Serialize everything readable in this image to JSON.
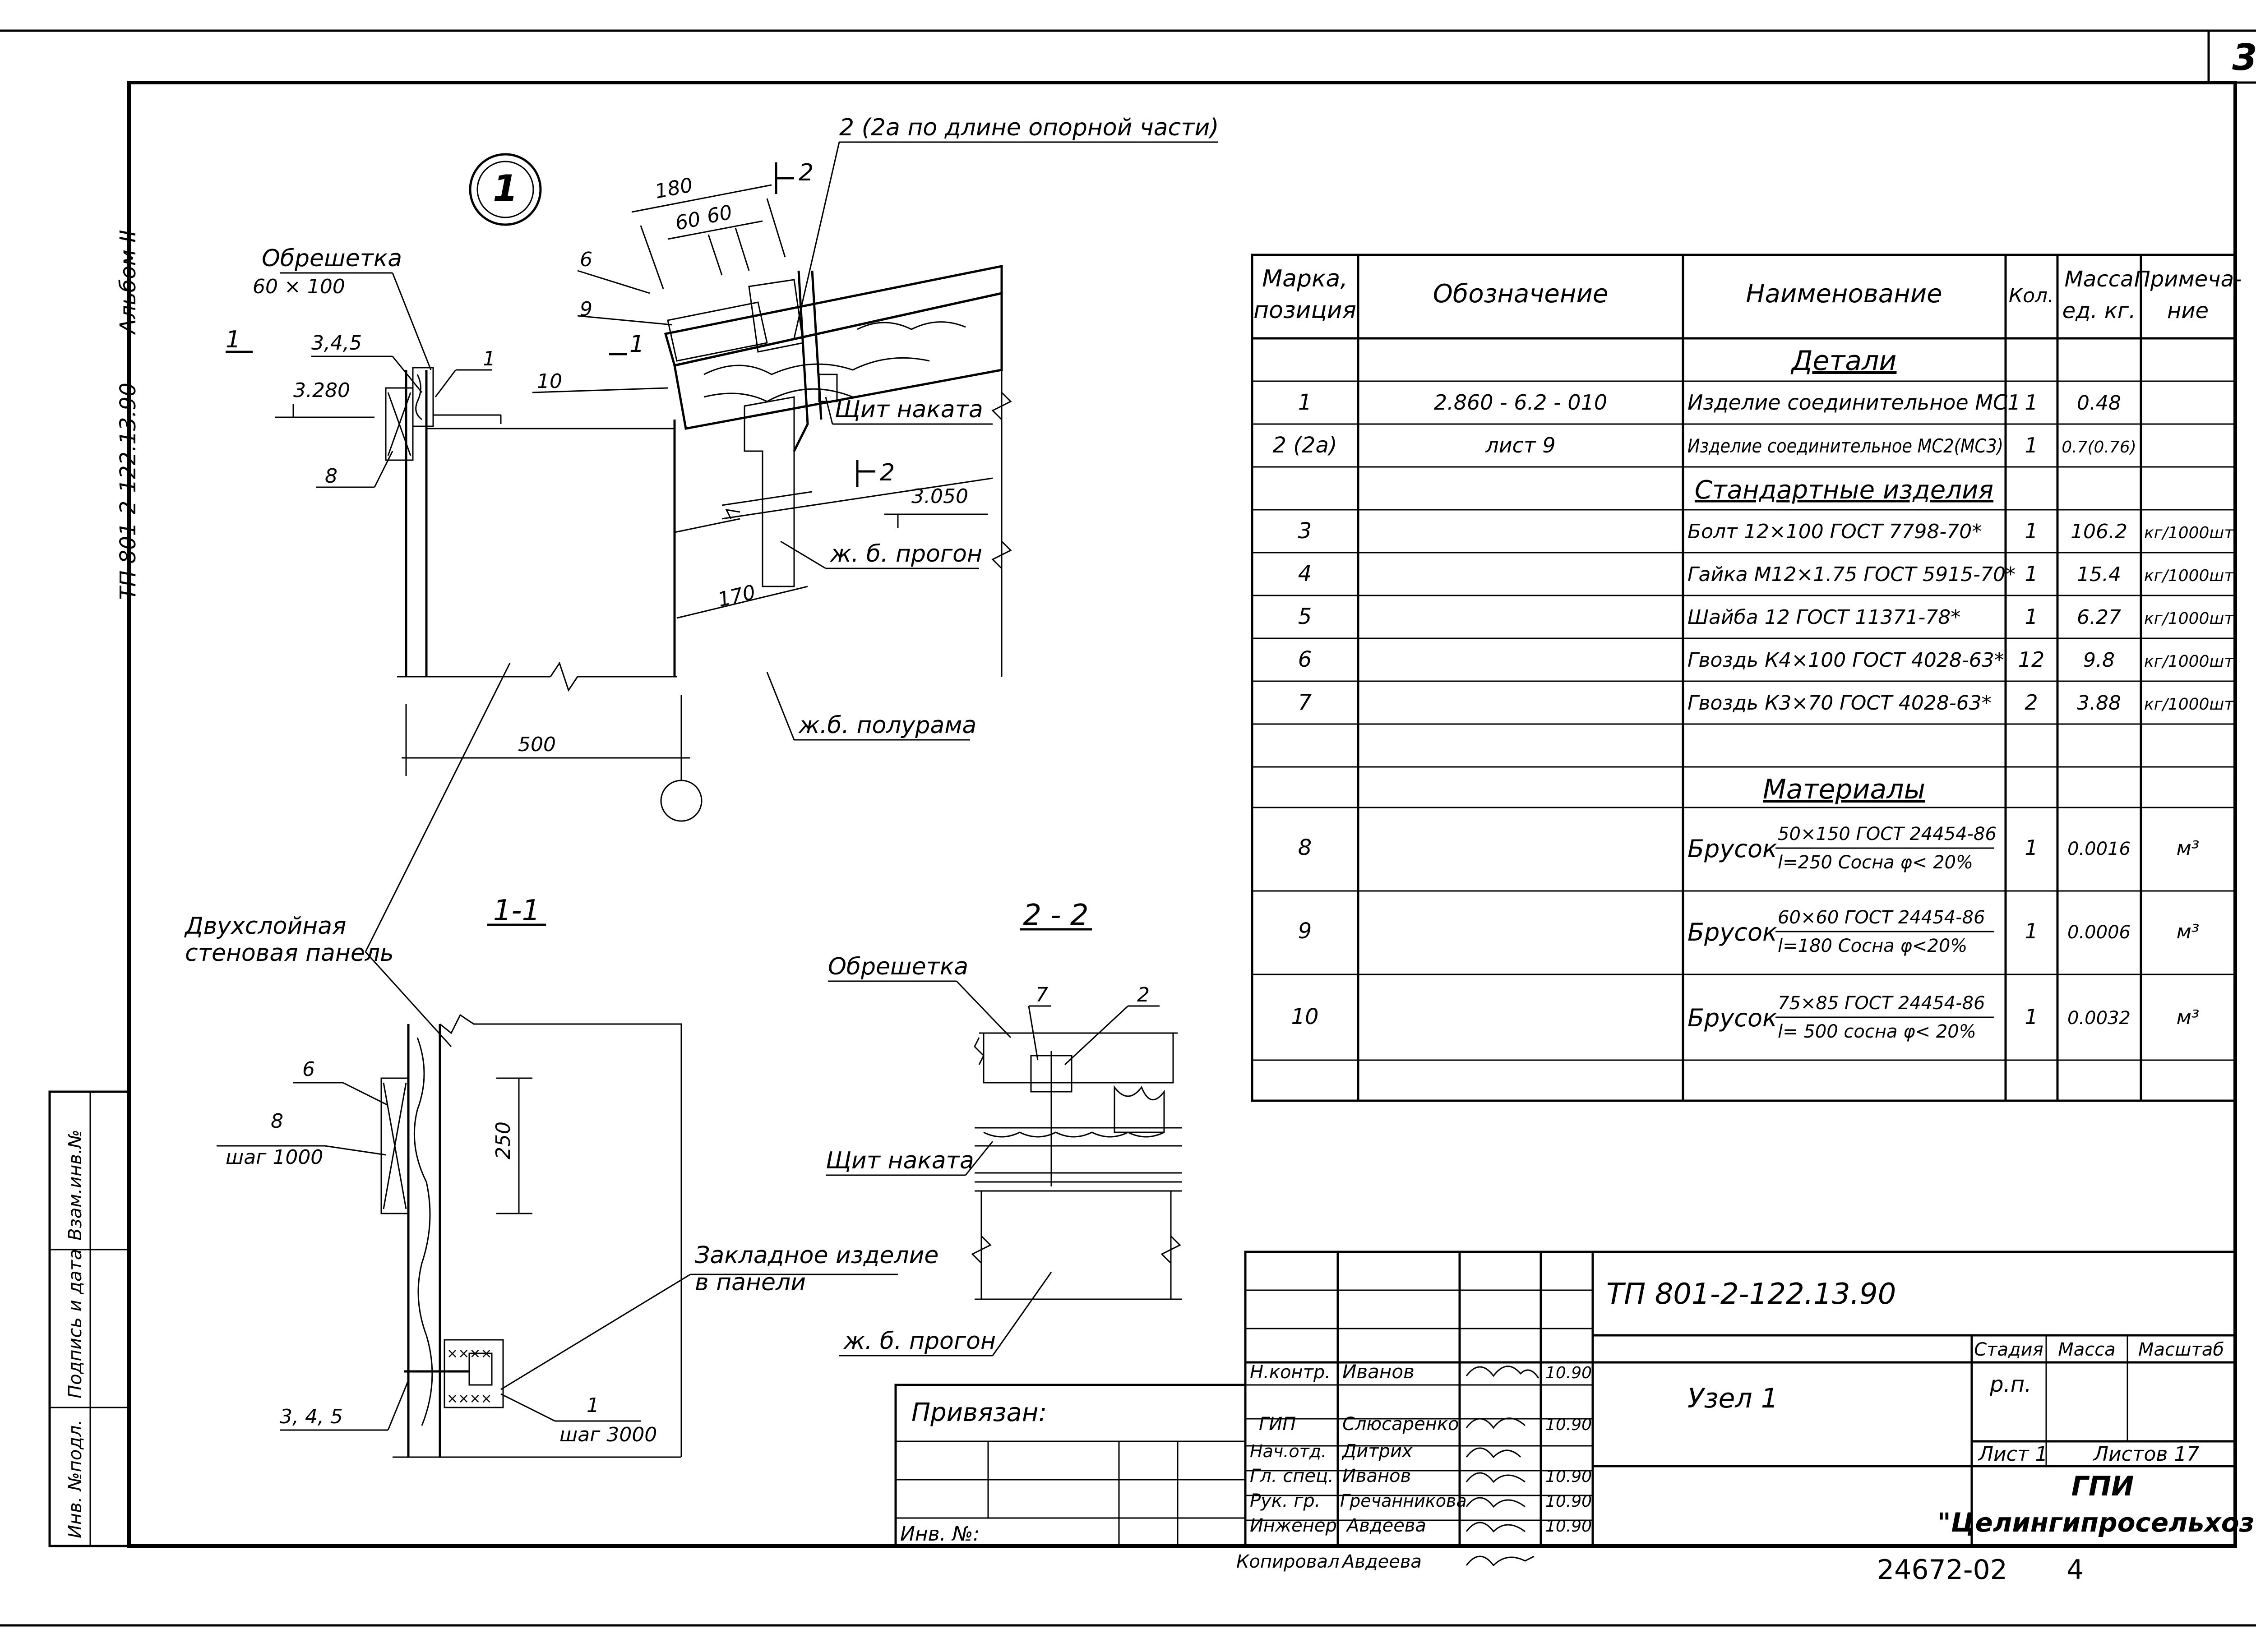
{
  "sheet": {
    "page_number": "3",
    "album": "Альбом II",
    "doc_code_vertical": "ТП 801-2-122.13.90"
  },
  "side_stamp": {
    "inv_podl": "Инв. №подл.",
    "podpis_data": "Подпись и дата",
    "vzam_inv": "Взам.инв.№"
  },
  "node": {
    "number": "1",
    "callout_top": "2 (2а  по длине опорной части)",
    "obreshetka": "Обрешетка",
    "obreshetka_size": "60 × 100",
    "section_1": "1",
    "section_2": "2",
    "pos_345": "3,4,5",
    "pos_1": "1",
    "pos_8": "8",
    "pos_6": "6",
    "pos_9": "9",
    "pos_10": "10",
    "elev_3280": "3.280",
    "elev_3050": "3.050",
    "dim_180": "180",
    "dim_60a": "60",
    "dim_60b": "60",
    "dim_170": "170",
    "dim_500": "500",
    "shchit_nakata": "Щит наката",
    "zhb_progon": "ж. б. прогон",
    "zhb_polurama": "ж.б. полурама",
    "panel_line1": "Двухслойная",
    "panel_line2": "стеновая панель"
  },
  "section11": {
    "title": "1-1",
    "pos_6": "6",
    "pos_8": "8",
    "shag_1000": "шаг 1000",
    "dim_250": "250",
    "zaklad_line1": "Закладное изделие",
    "zaklad_line2": "в панели",
    "pos_345": "3, 4, 5",
    "pos_1": "1",
    "shag_3000": "шаг 3000",
    "crosses": "××××"
  },
  "section22": {
    "title": "2 - 2",
    "obreshetka": "Обрешетка",
    "pos_7": "7",
    "pos_2": "2",
    "shchit_nakata": "Щит наката",
    "zhb_progon": "ж. б. прогон"
  },
  "spec_table": {
    "headers": {
      "marka_1": "Марка,",
      "marka_2": "позиция",
      "oboznachenie": "Обозначение",
      "naimenovanie": "Наименование",
      "kol": "Кол.",
      "massa_1": "Масса",
      "massa_2": "ед. кг.",
      "prim_1": "Примеча-",
      "prim_2": "ние"
    },
    "group_detali": "Детали",
    "group_standard": "Стандартные  изделия",
    "group_materialy": "Материалы",
    "rows": [
      {
        "pos": "1",
        "oboz": "2.860 - 6.2 - 010",
        "name": "Изделие соединительное МС1",
        "kol": "1",
        "massa": "0.48",
        "prim": ""
      },
      {
        "pos": "2 (2а)",
        "oboz": "лист 9",
        "name": "Изделие соединительное МС2(МС3)",
        "kol": "1",
        "massa": "0.7(0.76)",
        "prim": ""
      },
      {
        "pos": "3",
        "oboz": "",
        "name": "Болт 12×100 ГОСТ 7798-70*",
        "kol": "1",
        "massa": "106.2",
        "prim": "кг/1000шт"
      },
      {
        "pos": "4",
        "oboz": "",
        "name": "Гайка М12×1.75 ГОСТ 5915-70*",
        "kol": "1",
        "massa": "15.4",
        "prim": "кг/1000шт"
      },
      {
        "pos": "5",
        "oboz": "",
        "name": "Шайба 12 ГОСТ 11371-78*",
        "kol": "1",
        "massa": "6.27",
        "prim": "кг/1000шт"
      },
      {
        "pos": "6",
        "oboz": "",
        "name": "Гвоздь К4×100 ГОСТ 4028-63*",
        "kol": "12",
        "massa": "9.8",
        "prim": "кг/1000шт"
      },
      {
        "pos": "7",
        "oboz": "",
        "name": "Гвоздь К3×70 ГОСТ 4028-63*",
        "kol": "2",
        "massa": "3.88",
        "prim": "кг/1000шт"
      },
      {
        "pos": "8",
        "oboz": "",
        "name": "Брусок",
        "frac_top": "50×150 ГОСТ 24454-86",
        "frac_bot": "l=250  Сосна φ< 20%",
        "kol": "1",
        "massa": "0.0016",
        "prim": "м³"
      },
      {
        "pos": "9",
        "oboz": "",
        "name": "Брусок",
        "frac_top": "60×60 ГОСТ 24454-86",
        "frac_bot": "l=180  Сосна φ<20%",
        "kol": "1",
        "massa": "0.0006",
        "prim": "м³"
      },
      {
        "pos": "10",
        "oboz": "",
        "name": "Брусок",
        "frac_top": "75×85 ГОСТ 24454-86",
        "frac_bot": "l= 500  сосна φ< 20%",
        "kol": "1",
        "massa": "0.0032",
        "prim": "м³"
      }
    ]
  },
  "title_block": {
    "doc_code": "ТП 801-2-122.13.90",
    "sheet_name": "Узел 1",
    "stadia_h": "Стадия",
    "massa_h": "Масса",
    "masshtab_h": "Масштаб",
    "stadia_v": "р.п.",
    "list": "Лист 1",
    "listov": "Листов 17",
    "org_1": "ГПИ",
    "org_2": "\"Целингипросельхоз\"",
    "privyazan": "Привязан:",
    "inv_no": "Инв. №:",
    "archive_no": "24672-02",
    "archive_sheet": "4",
    "staff": [
      {
        "role": "Н.контр.",
        "name": "Иванов",
        "date": "10.90"
      },
      {
        "role": "ГИП",
        "name": "Слюсаренко",
        "date": "10.90"
      },
      {
        "role": "Нач.отд.",
        "name": "Дитрих",
        "date": ""
      },
      {
        "role": "Гл. спец.",
        "name": "Иванов",
        "date": "10.90"
      },
      {
        "role": "Рук. гр.",
        "name": "Гречанникова",
        "date": "10.90"
      },
      {
        "role": "Инженер",
        "name": "Авдеева",
        "date": "10.90"
      },
      {
        "role": "Копировал",
        "name": "Авдеева",
        "date": ""
      }
    ]
  }
}
